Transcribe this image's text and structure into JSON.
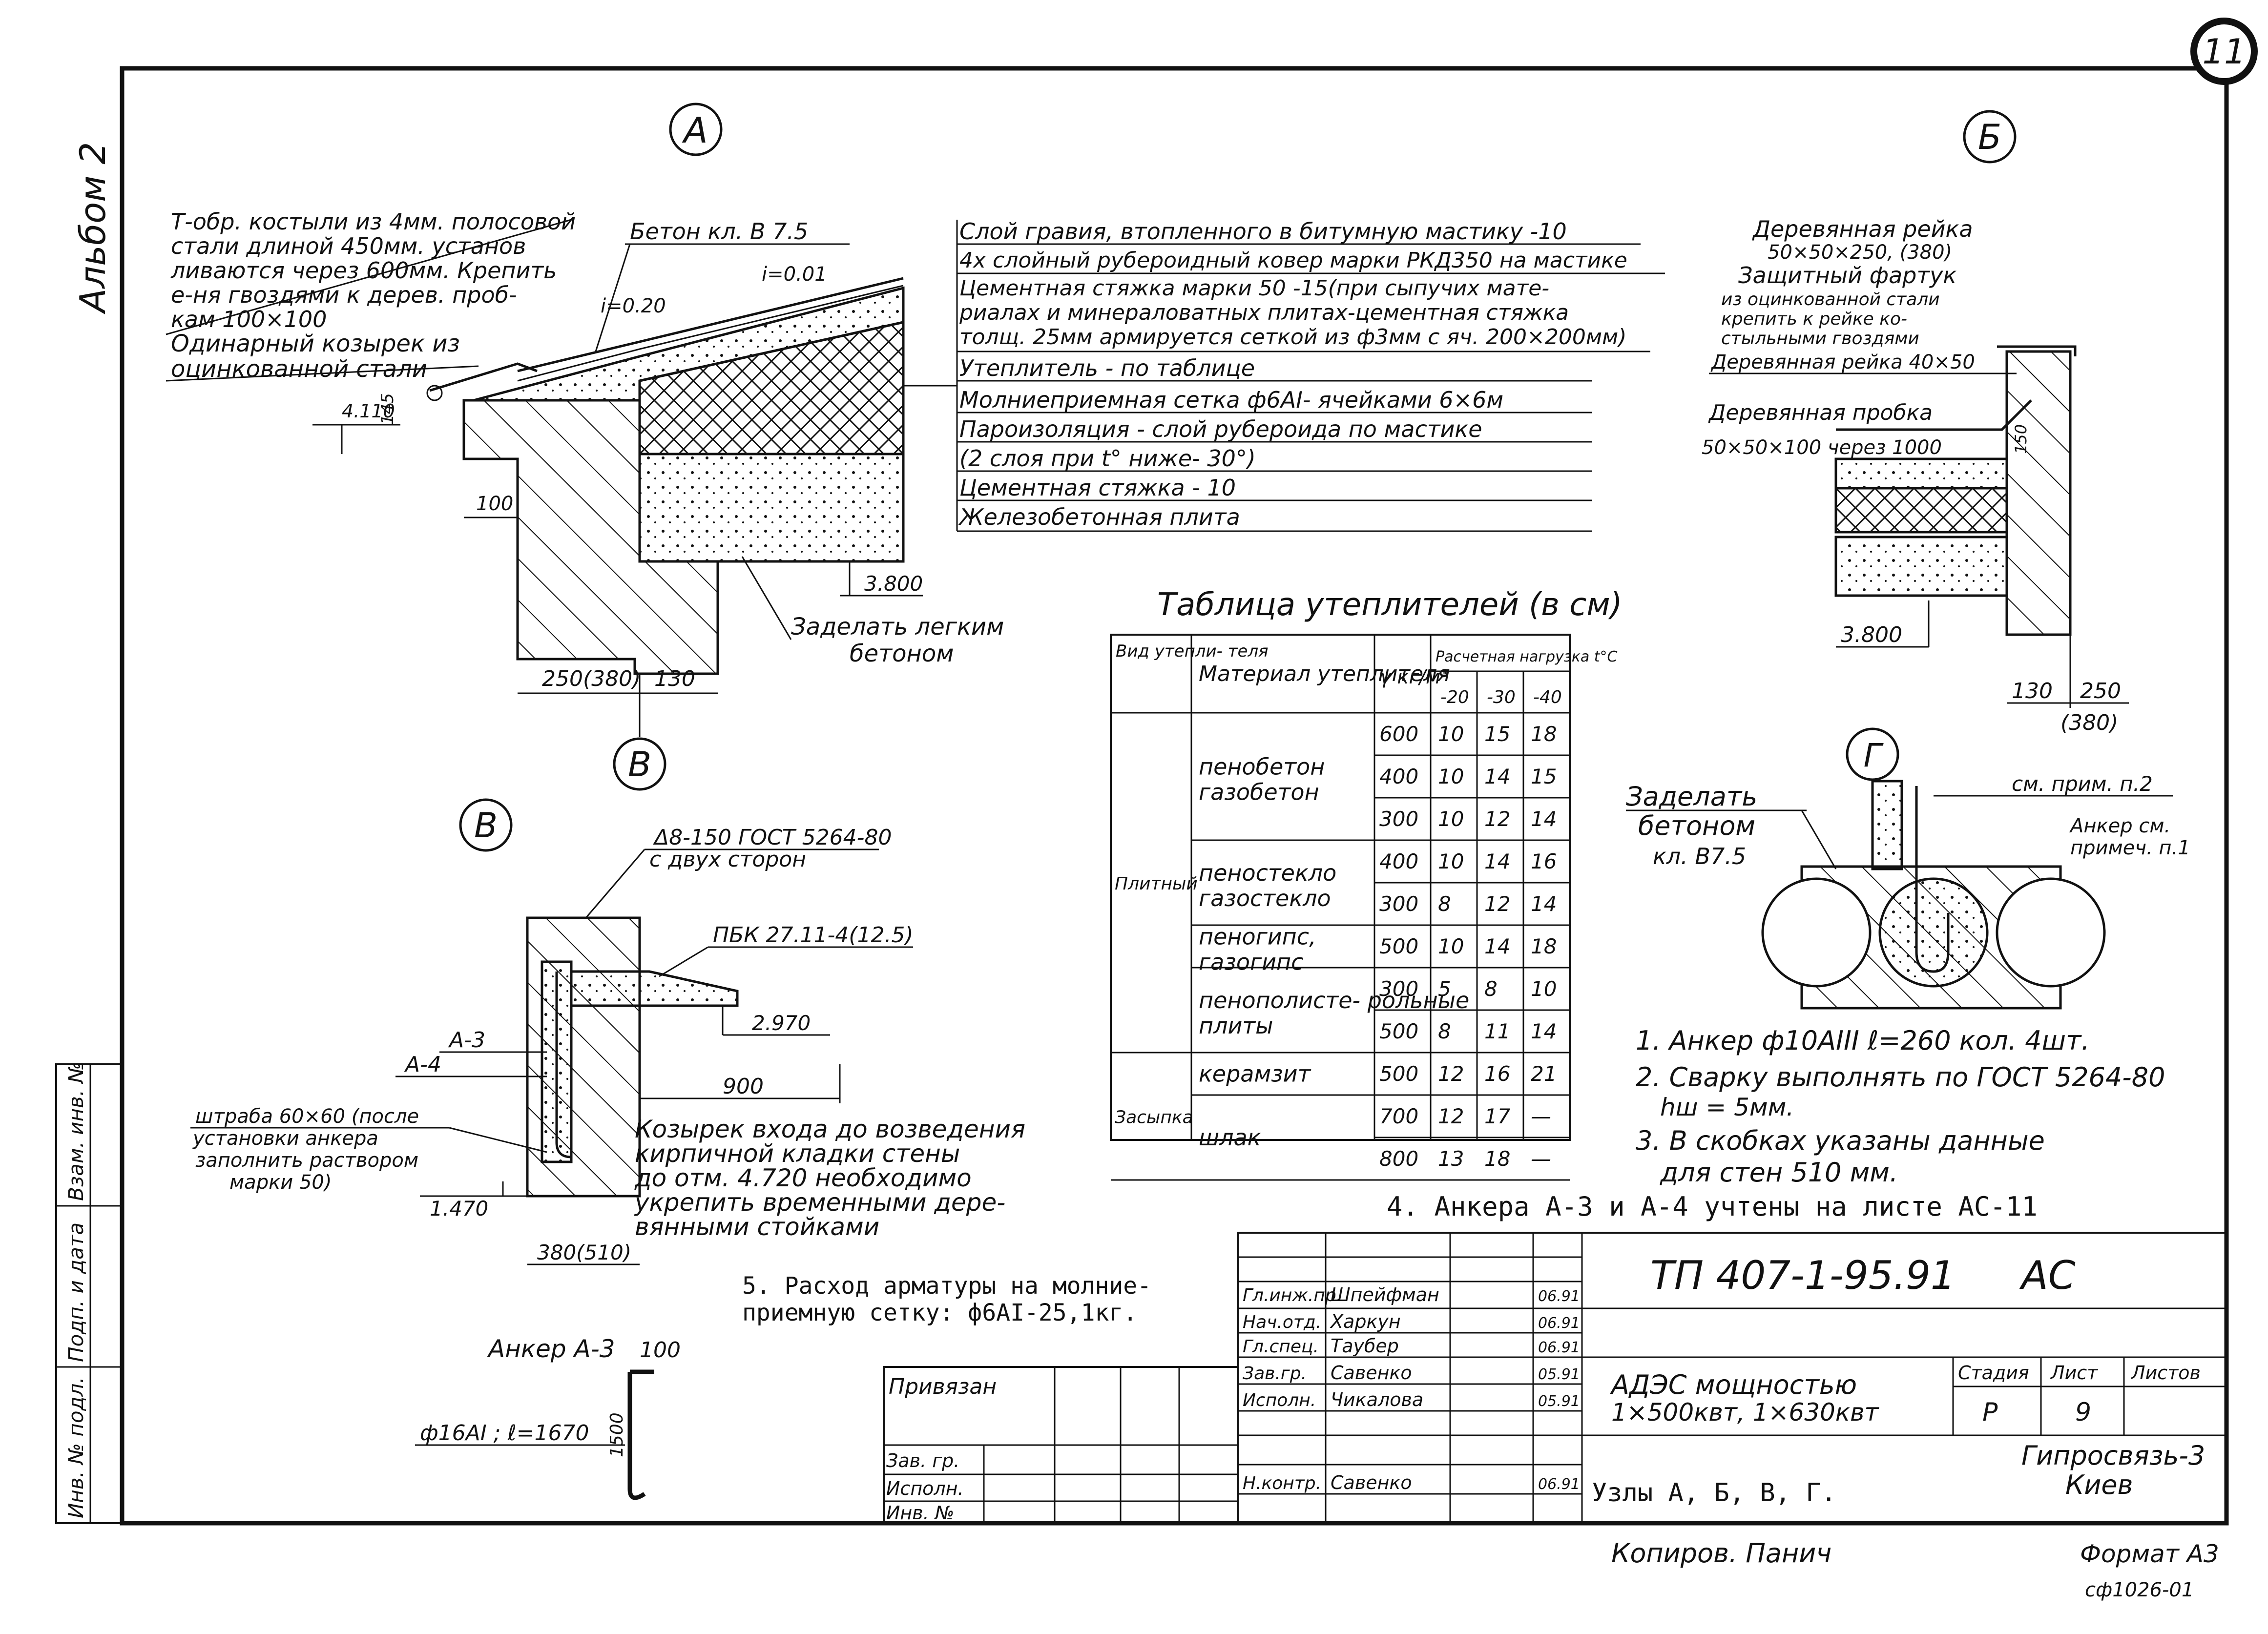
{
  "sheet": {
    "page_number": "11",
    "album": "Альбом 2",
    "format": "Формат А3",
    "copy": "Копиров. Панич",
    "stamp_code": "сф1026-01"
  },
  "side_stamp": {
    "labels": [
      "Взам. инв. №",
      "Подп. и дата",
      "Инв. № подл."
    ]
  },
  "node_a": {
    "marker": "А",
    "note1": [
      "Т-обр. костыли из 4мм. полосовой",
      "стали длиной 450мм. установ",
      "ливаются через 600мм. Крепить",
      "е-ня гвоздями к дерев. проб-",
      "кам 100×100"
    ],
    "note2": [
      "Одинарный козырек из",
      "оцинкованной стали"
    ],
    "concrete": "Бетон кл. В 7.5",
    "slope1": "i=0.20",
    "slope2": "i=0.01",
    "level1": "4.110",
    "dim145": "145",
    "dim100": "100",
    "level2": "3.800",
    "fill_note": [
      "Заделать легким",
      "бетоном"
    ],
    "dim_a": "250(380)",
    "dim_b": "130",
    "marker_b": "В",
    "layers": [
      "Слой гравия, втопленного в битумную мастику -10",
      "4х слойный рубероидный ковер марки РКД350 на мастике",
      "Цементная стяжка марки 50 -15(при сыпучих мате-",
      "риалах и минераловатных плитах-цементная стяжка",
      "толщ. 25мм армируется сеткой из ф3мм с яч. 200×200мм)",
      "Утеплитель - по таблице",
      "Молниеприемная сетка ф6АI- ячейками 6×6м",
      "Пароизоляция - слой рубероида по мастике",
      "(2 слоя при t° ниже- 30°)",
      "Цементная стяжка - 10",
      "Железобетонная плита"
    ]
  },
  "node_b": {
    "marker": "Б",
    "notes": [
      "Деревянная рейка",
      "50×50×250, (380)",
      "Защитный фартук",
      "из оцинкованной стали",
      "крепить к рейке ко-",
      "стыльными гвоздями",
      "Деревянная рейка 40×50"
    ],
    "plug": [
      "Деревянная пробка",
      "50×50×100 через 1000"
    ],
    "dim150": "150",
    "level": "3.800",
    "dim_a": "130",
    "dim_b": "250",
    "dim_c": "(380)"
  },
  "insulation_table": {
    "title": "Таблица утеплителей (в см)",
    "headers": {
      "type": "Вид утепли- теля",
      "material": "Материал утеплителя",
      "density": "γ кг/м³",
      "load": "Расчетная нагрузка t°С",
      "temps": [
        "-20",
        "-30",
        "-40"
      ]
    },
    "groups": [
      {
        "type": "Плитный",
        "materials": [
          {
            "name": "пенобетон газобетон",
            "rows": [
              [
                "600",
                "10",
                "15",
                "18"
              ],
              [
                "400",
                "10",
                "14",
                "15"
              ],
              [
                "300",
                "10",
                "12",
                "14"
              ]
            ]
          },
          {
            "name": "пеностекло газостекло",
            "rows": [
              [
                "400",
                "10",
                "14",
                "16"
              ],
              [
                "300",
                "8",
                "12",
                "14"
              ]
            ]
          },
          {
            "name": "пеногипс, газогипс",
            "rows": [
              [
                "500",
                "10",
                "14",
                "18"
              ]
            ]
          },
          {
            "name": "пенополисте- рольные плиты",
            "rows": [
              [
                "300",
                "5",
                "8",
                "10"
              ],
              [
                "500",
                "8",
                "11",
                "14"
              ]
            ]
          }
        ]
      },
      {
        "type": "Засыпка",
        "materials": [
          {
            "name": "керамзит",
            "rows": [
              [
                "500",
                "12",
                "16",
                "21"
              ]
            ]
          },
          {
            "name": "шлак",
            "rows": [
              [
                "700",
                "12",
                "17",
                "—"
              ],
              [
                "800",
                "13",
                "18",
                "—"
              ]
            ]
          }
        ]
      }
    ]
  },
  "node_v": {
    "marker": "В",
    "weld": [
      "Δ8-150 ГОСТ 5264-80",
      "с двух сторон"
    ],
    "plate": "ПБК 27.11-4(12.5)",
    "anchor1": "А-3",
    "anchor2": "А-4",
    "level1": "2.970",
    "dim900": "900",
    "chase": [
      "штраба 60×60 (после",
      "установки анкера",
      "заполнить раствором",
      "марки 50)"
    ],
    "level2": "1.470",
    "dim_wall": "380(510)",
    "canopy_note": [
      "Козырек входа до возведения",
      "кирпичной кладки стены",
      "до отм. 4.720 необходимо",
      "укрепить временными дере-",
      "вянными стойками"
    ]
  },
  "anchor_a3": {
    "title": "Анкер А-3",
    "dim100": "100",
    "spec": "ф16АI ; ℓ=1670",
    "dim1500": "1500"
  },
  "node_g": {
    "marker": "Г",
    "fill": [
      "Заделать",
      "бетоном",
      "кл. В7.5"
    ],
    "see": "см. прим. п.2",
    "anchor": [
      "Анкер см.",
      "примеч. п.1"
    ]
  },
  "notes": [
    "1. Анкер ф10АIII  ℓ=260  кол. 4шт.",
    "2. Сварку выполнять по ГОСТ 5264-80",
    "hш = 5мм.",
    "3. В скобках указаны данные",
    "для стен 510 мм.",
    "4. Анкера А-3 и А-4 учтены на листе АС-11",
    "5. Расход арматуры на молние-",
    "приемную сетку: ф6АI-25,1кг."
  ],
  "title_block": {
    "code": "ТП 407-1-95.91",
    "mark": "АС",
    "project": [
      "АДЭС мощностью",
      "1×500квт, 1×630квт"
    ],
    "sheet_title": "Узлы А, Б, В, Г.",
    "stage_header": "Стадия",
    "sheet_header": "Лист",
    "sheets_header": "Листов",
    "stage": "Р",
    "sheet": "9",
    "org": [
      "Гипросвязь-3",
      "Киев"
    ],
    "bound": "Привязан",
    "left_rows": [
      "Зав. гр.",
      "Исполн.",
      "Инв. №"
    ],
    "people": [
      {
        "role": "Гл.инж.пр.",
        "name": "Шпейфман",
        "date": "06.91"
      },
      {
        "role": "Нач.отд.",
        "name": "Харкун",
        "date": "06.91"
      },
      {
        "role": "Гл.спец.",
        "name": "Таубер",
        "date": "06.91"
      },
      {
        "role": "Зав.гр.",
        "name": "Савенко",
        "date": "05.91"
      },
      {
        "role": "Исполн.",
        "name": "Чикалова",
        "date": "05.91"
      },
      {
        "role": "Н.контр.",
        "name": "Савенко",
        "date": "06.91"
      }
    ]
  }
}
